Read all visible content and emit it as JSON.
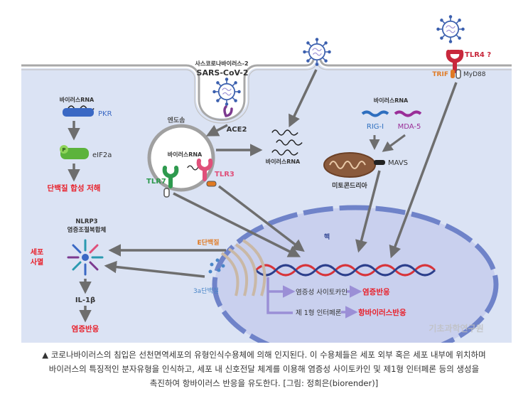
{
  "labels": {
    "virus_name_kr": "사스코로나바이러스-2",
    "virus_name": "SARS-CoV-2",
    "ace2": "ACE2",
    "endosome": "엔도솜",
    "rna_pkr": "바이러스RNA",
    "pkr": "PKR",
    "eif2a": "eIF2a",
    "p_badge": "P",
    "protein_synthesis_inhibition": "단백질 합성 저해",
    "rna_endosome": "바이러스RNA",
    "tlr7": "TLR7",
    "tlr3": "TLR3",
    "rna_released": "바이러스RNA",
    "rna_rig": "바이러스RNA",
    "rig_i": "RIG-I",
    "mda5": "MDA-5",
    "mavs": "MAVS",
    "mitochondria": "미토콘드리아",
    "tlr4": "TLR4 ?",
    "trif": "TRIF",
    "myd88": "MyD88",
    "nucleus": "핵",
    "nlrp3_line1": "NLRP3",
    "nlrp3_line2": "염증조절복합체",
    "cell_death_line1": "세포",
    "cell_death_line2": "사멸",
    "il1b": "IL-1β",
    "inflammation_left": "염증반응",
    "e_protein": "E단백질",
    "protein_3a": "3a단백질",
    "cytokine": "염증성 사이토카인",
    "inflammation_right": "염증반응",
    "interferon": "제 1형 인터페론",
    "antiviral": "항바이러스반응",
    "watermark": "기초과학연구원"
  },
  "caption": {
    "line1": "▲ 코로나바이러스의 침입은 선천면역세포의 유형인식수용체에 의해 인지된다. 이 수용체들은 세포 외부 혹은 세포 내부에 위치하며",
    "line2": "바이러스의 특징적인 분자유형을 인식하고, 세포 내 신호전달 체계를 이용해 염증성 사이토카인 및 제1형 인터페론 등의 생성을",
    "line3": "촉진하여 항바이러스 반응을 유도한다. [그림: 정희은(biorender)]"
  },
  "colors": {
    "background_cell": "#dbe3f4",
    "membrane": "#a8a8a8",
    "nucleus_fill": "#c9d0ee",
    "nucleus_border": "#6f83c9",
    "arrow_gray": "#6e6e6e",
    "arrow_purple": "#9b8fd6",
    "highlight_red": "#e8202a",
    "pkr_blue": "#3a68c4",
    "eif2a_green": "#5cb33c",
    "tlr7_green": "#2e9a4e",
    "tlr3_pink": "#e0507a",
    "tlr4_red": "#c8283c",
    "rig_blue": "#2e6fbf",
    "mda5_purple": "#9a2e98",
    "e_protein_orange": "#e07a23",
    "protein_3a_blue": "#4a86c8",
    "virus_blue": "#3b5fae"
  }
}
